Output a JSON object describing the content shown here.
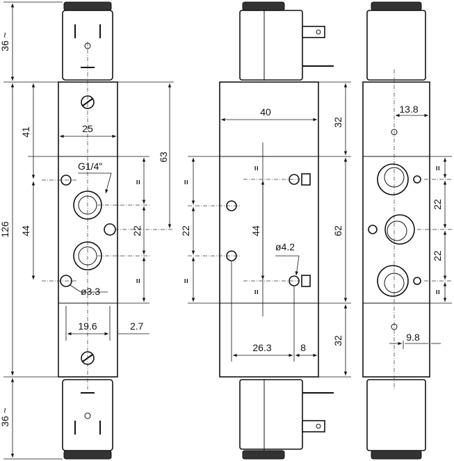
{
  "views": [
    {
      "name": "front-view"
    },
    {
      "name": "side-view"
    },
    {
      "name": "end-view"
    }
  ],
  "dimensions": {
    "coil_top_left": "36 ~",
    "coil_bottom_left": "36 ~",
    "body_height": "126",
    "top_to_port_row": "41",
    "port_spacing_front": "44",
    "top_to_center": "63",
    "front_width": "25",
    "port_thread": "G1/4\"",
    "port_pitch_front": "22",
    "mount_hole": "ø3.3",
    "hole_offset": "19.6",
    "edge_offset": "2.7",
    "side_width": "40",
    "side_top_section": "32",
    "side_pitch": "22",
    "side_hole_span": "44",
    "side_center_section": "62",
    "side_hole": "ø4.2",
    "side_hole_offset": "26.3",
    "side_edge": "8",
    "side_bottom_section": "32",
    "end_top_offset": "13.8",
    "end_pitch_top": "22",
    "end_pitch_bottom": "22",
    "end_bottom_offset": "9.8",
    "equal_mark": "="
  }
}
